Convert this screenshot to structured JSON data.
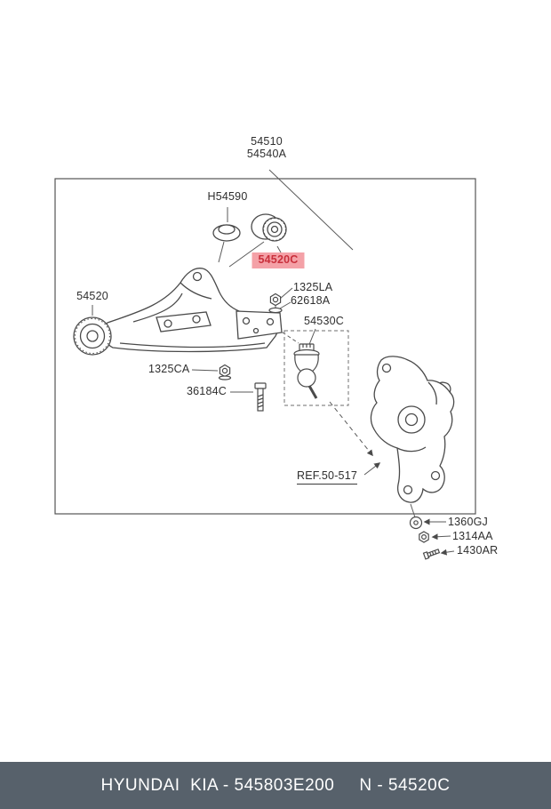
{
  "colors": {
    "highlight_bg": "#f4a1a7",
    "highlight_text": "#c9303c",
    "footer_bg": "#57616b",
    "footer_text": "#ffffff",
    "line": "#4a4a4a"
  },
  "labels": {
    "54510": "54510",
    "54540A": "54540A",
    "H54590": "H54590",
    "54520C": "54520C",
    "54520": "54520",
    "1325LA": "1325LA",
    "62618A": "62618A",
    "54530C": "54530C",
    "1325CA": "1325CA",
    "36184C": "36184C",
    "ref": "REF.50-517",
    "1360GJ": "1360GJ",
    "1314AA": "1314AA",
    "1430AR": "1430AR"
  },
  "footer": {
    "left": "HYUNDAI  KIA - 545803E200",
    "right": "N - 54520C"
  }
}
